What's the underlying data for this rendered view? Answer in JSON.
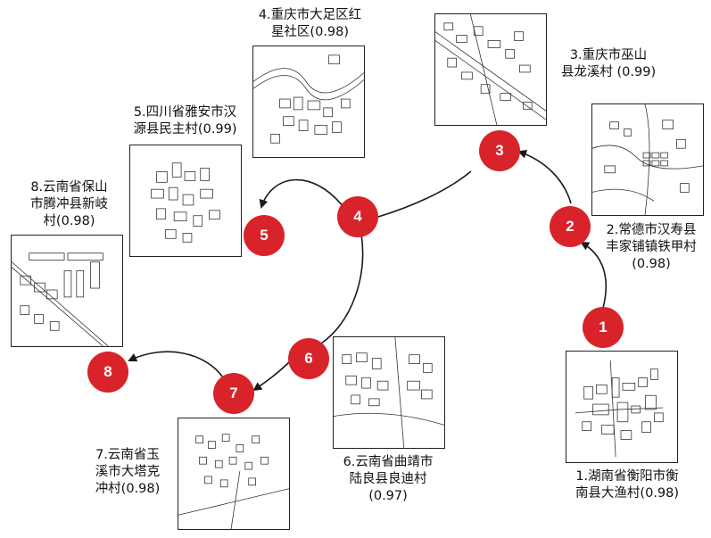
{
  "villages": [
    {
      "number": "1",
      "name": "1.湖南省衡阳市衡\n南县大渔村(0.98)"
    },
    {
      "number": "2",
      "name": "2.常德市汉寿县\n丰家铺镇铁甲村\n(0.98)"
    },
    {
      "number": "3",
      "name": "3.重庆市巫山\n县龙溪村 (0.99)"
    },
    {
      "number": "4",
      "name": "4.重庆市大足区红\n星社区(0.98)"
    },
    {
      "number": "5",
      "name": "5.四川省雅安市汉\n源县民主村(0.99)"
    },
    {
      "number": "6",
      "name": "6.云南省曲靖市\n陆良县良迪村\n(0.97)"
    },
    {
      "number": "7",
      "name": "7.云南省玉\n溪市大塔克\n冲村(0.98)"
    },
    {
      "number": "8",
      "name": "8.云南省保山\n市腾冲县新岐\n村(0.98)"
    }
  ],
  "colors": {
    "node": "#d8232a",
    "arrow": "#1a1a1a"
  }
}
